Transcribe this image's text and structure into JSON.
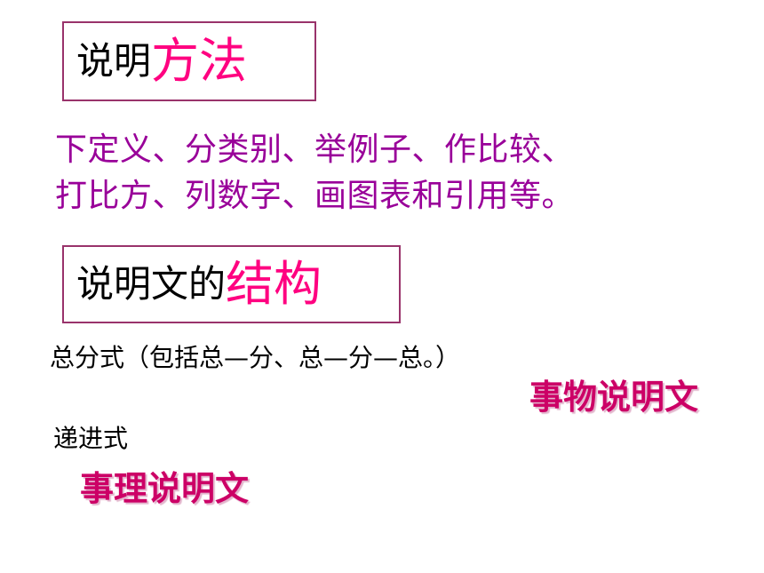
{
  "methods_title": {
    "prefix": "说明",
    "highlight": "方法"
  },
  "methods": {
    "line1": "下定义、分类别、举例子、作比较、",
    "line2": "打比方、列数字、画图表和引用等。"
  },
  "structure_title": {
    "prefix": "说明文的",
    "highlight": "结构"
  },
  "structure": {
    "general": "总分式（包括总—分、总—分—总。）",
    "progressive": "递进式"
  },
  "types": {
    "thing": "事物说明文",
    "reason": "事理说明文"
  },
  "colors": {
    "border": "#99336b",
    "highlight": "#ff0080",
    "purple_text": "#990099",
    "label_red": "#cc0066"
  }
}
